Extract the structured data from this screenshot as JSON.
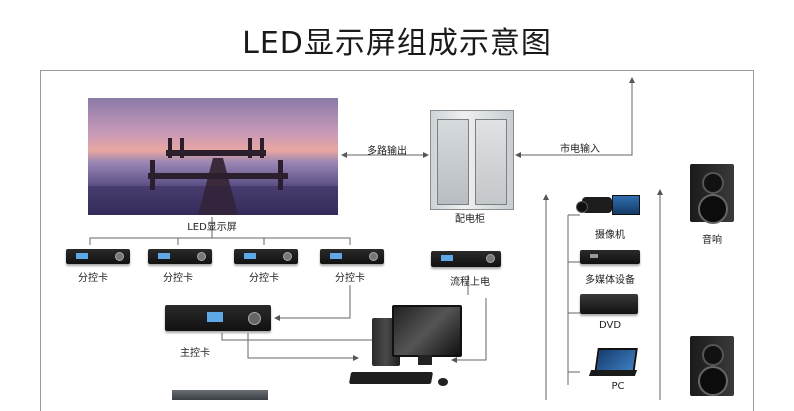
{
  "title": "LED显示屏组成示意图",
  "labels": {
    "led_screen": "LED显示屏",
    "multi_output": "多路输出",
    "cabinet": "配电柜",
    "mains_input": "市电输入",
    "sub_card_1": "分控卡",
    "sub_card_2": "分控卡",
    "sub_card_3": "分控卡",
    "sub_card_4": "分控卡",
    "process_power": "流程上电",
    "main_card": "主控卡",
    "camera": "摄像机",
    "multimedia": "多媒体设备",
    "dvd": "DVD",
    "pc": "PC",
    "speaker": "音响"
  }
}
